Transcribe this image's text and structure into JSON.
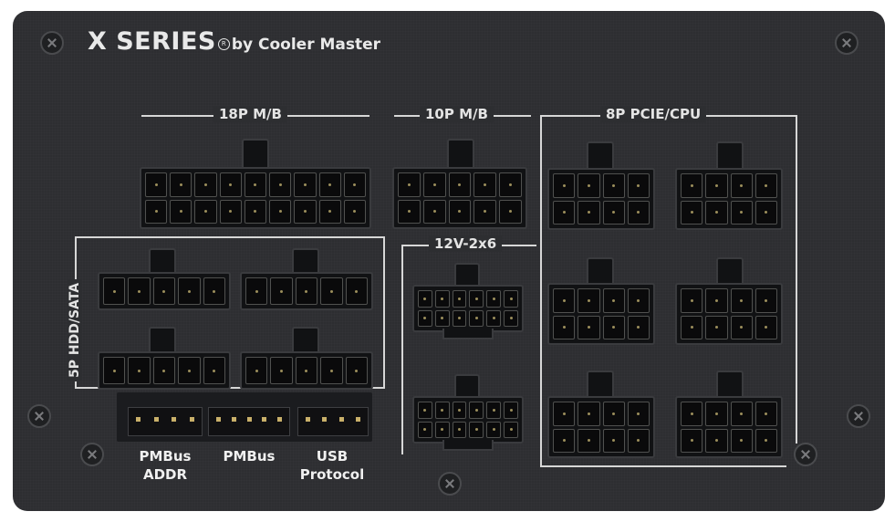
{
  "brand": {
    "series": "X SERIES",
    "registered": "R",
    "by": "by Cooler Master"
  },
  "labels": {
    "mb18": "18P M/B",
    "mb10": "10P M/B",
    "pcie_cpu": "8P PCIE/CPU",
    "hvpwr": "12V-2x6",
    "hdd_sata": "5P HDD/SATA",
    "pmbus_addr": [
      "PMBus",
      "ADDR"
    ],
    "pmbus": "PMBus",
    "usb_protocol": [
      "USB",
      "Protocol"
    ]
  },
  "icons": [
    "screw-icon"
  ],
  "colors": {
    "panel": "#2d2e31",
    "text": "#e4e4e4",
    "pin_contact": "#c9b06a"
  }
}
